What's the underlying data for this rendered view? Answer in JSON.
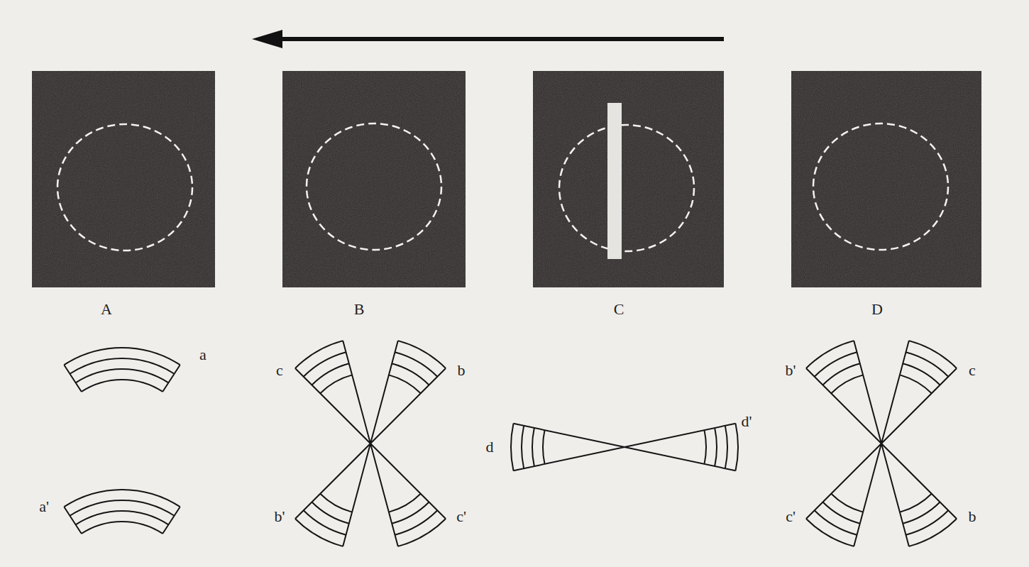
{
  "diagram": {
    "labels": [
      "A",
      "B",
      "C",
      "D",
      "a",
      "a'",
      "c",
      "b",
      "b'",
      "c'",
      "d",
      "d'",
      "b'",
      "c",
      "c'",
      "b"
    ]
  }
}
